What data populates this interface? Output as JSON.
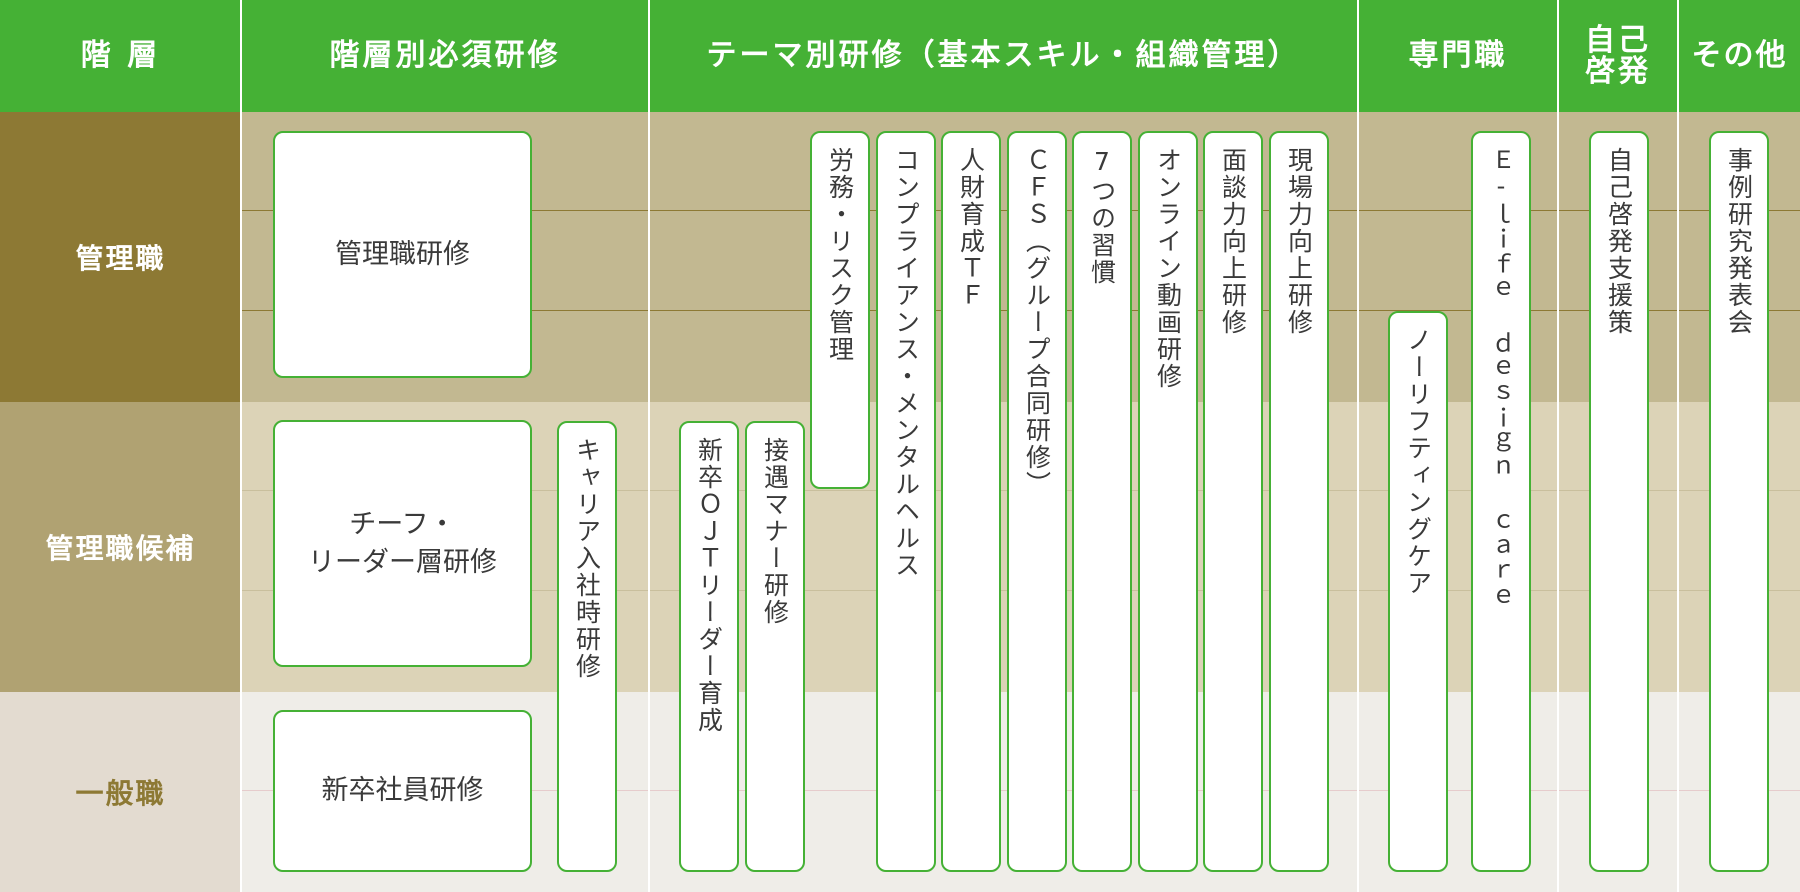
{
  "colors": {
    "header_green": "#45b135",
    "manager_row": "#c2b891",
    "manager_label": "#8d7934",
    "candidate_row": "#dcd3b7",
    "candidate_label": "#b0a272",
    "general_row": "#efede8",
    "general_label": "#e3dbd0",
    "general_label_text": "#8d7934",
    "box_border": "#45b135"
  },
  "header": {
    "tier": "階 層",
    "required_by_tier": "階層別必須研修",
    "theme": "テーマ別研修（基本スキル・組織管理）",
    "specialist": "専門職",
    "self_dev": "自己\n啓発",
    "other": "その他"
  },
  "rows": {
    "manager": "管理職",
    "candidate": "管理職候補",
    "general": "一般職"
  },
  "trainings": {
    "manager_training": "管理職研修",
    "chief_leader": "チーフ・\nリーダー層研修",
    "new_grad": "新卒社員研修",
    "career_hire": "キャリア入社時研修",
    "ojt_leader": "新卒ＯＪＴリーダー育成",
    "hospitality": "接遇マナー研修",
    "labor_risk": "労務・リスク管理",
    "compliance": "コンプライアンス・メンタルヘルス",
    "talent_tf": "人財育成ＴＦ",
    "cfs": "ＣＦＳ（グループ合同研修）",
    "seven_habits": "7つの習慣",
    "online_video": "オンライン動画研修",
    "interview": "面談力向上研修",
    "field": "現場力向上研修",
    "no_lifting": "ノーリフティングケア",
    "elife": "Ｅ-ｌｉｆｅ ｄｅｓｉｇｎ ｃａｒｅ",
    "self_support": "自己啓発支援策",
    "case_study": "事例研究発表会"
  }
}
